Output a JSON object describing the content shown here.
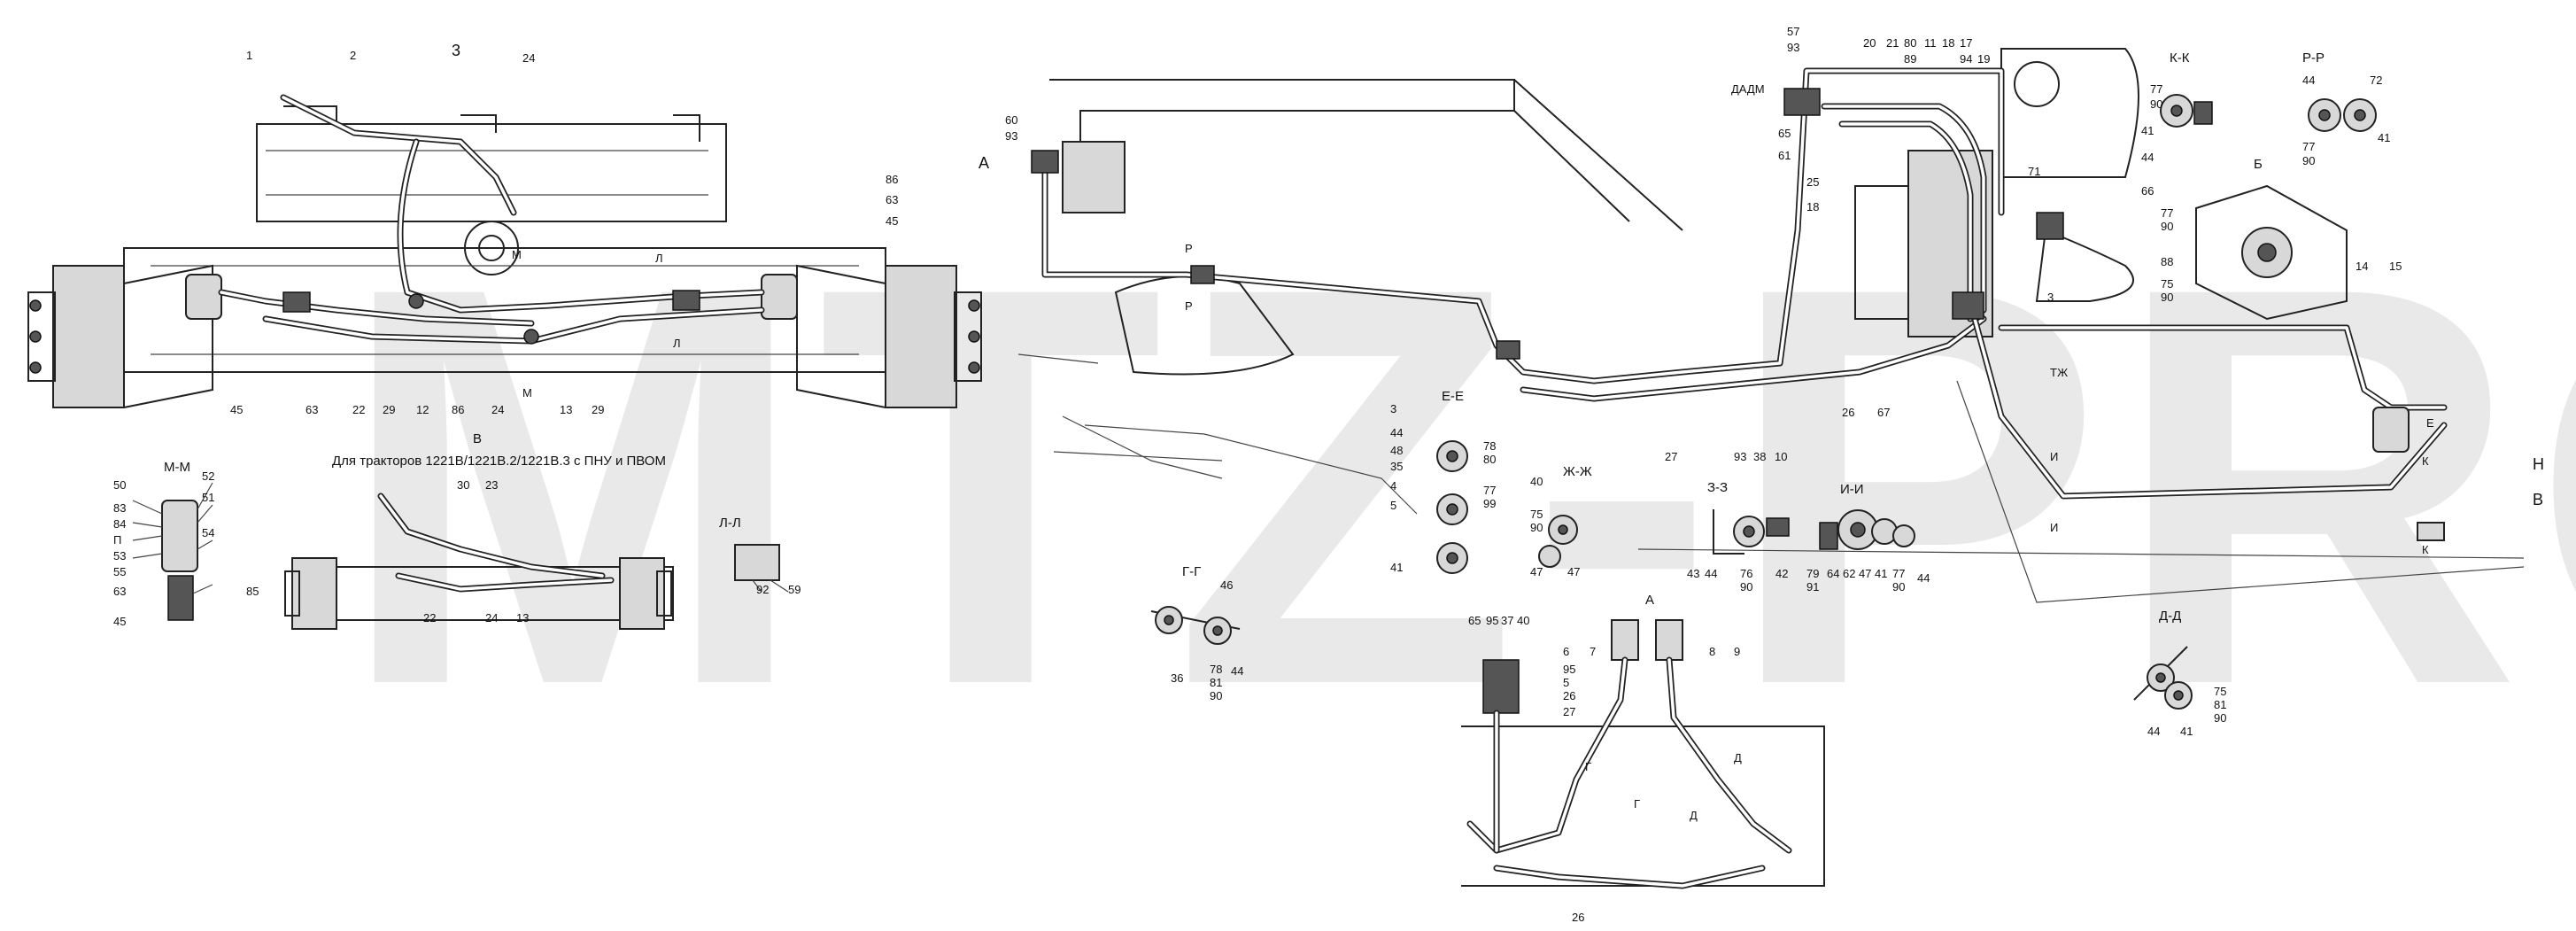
{
  "watermark": "MTZ-PRO",
  "captions": {
    "view_v": "В",
    "tractors_note": "Для тракторов 1221В/1221В.2/1221В.3 с ПНУ и ПВОМ",
    "view_3": "3",
    "view_a_left": "А",
    "view_a_bottom": "А",
    "daddm": "ДАДМ"
  },
  "section_titles": {
    "mm": "М-М",
    "ee": "Е-Е",
    "zhzh": "Ж-Ж",
    "zz": "З-З",
    "ii": "И-И",
    "gg": "Г-Г",
    "dd": "Д-Д",
    "kk": "К-К",
    "rr": "Р-Р",
    "ll": "Л-Л",
    "b": "Б"
  },
  "callouts_top_left": [
    "1",
    "2",
    "24",
    "86",
    "63",
    "45",
    "45",
    "63",
    "22",
    "29",
    "12",
    "86",
    "24",
    "13",
    "29",
    "M",
    "M",
    "Л",
    "Л"
  ],
  "callouts_mm": [
    "50",
    "83",
    "84",
    "П",
    "53",
    "55",
    "63",
    "45",
    "52",
    "51",
    "54",
    "85"
  ],
  "callouts_v": [
    "22",
    "24",
    "13",
    "30",
    "23"
  ],
  "callouts_ll": [
    "92",
    "59"
  ],
  "callouts_main": [
    "60",
    "93",
    "57",
    "93",
    "65",
    "61",
    "25",
    "18",
    "20",
    "21",
    "80",
    "89",
    "11",
    "18",
    "17",
    "94",
    "19",
    "71",
    "3",
    "14",
    "15",
    "27",
    "93",
    "38",
    "10",
    "26",
    "67",
    "Р",
    "Р",
    "ТЖ",
    "И",
    "И",
    "К",
    "К",
    "Н",
    "В",
    "Е"
  ],
  "callouts_ee": [
    "3",
    "44",
    "48",
    "35",
    "4",
    "5",
    "41",
    "78",
    "80",
    "77",
    "99"
  ],
  "callouts_zhzh": [
    "40",
    "75",
    "90",
    "47",
    "47"
  ],
  "callouts_zz": [
    "43",
    "44",
    "76",
    "90",
    "42"
  ],
  "callouts_ii": [
    "79",
    "91",
    "64",
    "62",
    "47",
    "41",
    "77",
    "90",
    "44"
  ],
  "callouts_gg": [
    "46",
    "36",
    "78",
    "81",
    "90",
    "44"
  ],
  "callouts_a": [
    "65",
    "95",
    "37",
    "40",
    "6",
    "95",
    "5",
    "26",
    "27",
    "7",
    "8",
    "9",
    "Г",
    "Г",
    "Д",
    "Д",
    "26"
  ],
  "callouts_kk": [
    "77",
    "90",
    "41",
    "44",
    "66"
  ],
  "callouts_rr": [
    "44",
    "72",
    "77",
    "90",
    "41"
  ],
  "callouts_b": [
    "77",
    "90",
    "88",
    "75",
    "90"
  ],
  "callouts_dd": [
    "75",
    "81",
    "90",
    "44",
    "41"
  ]
}
